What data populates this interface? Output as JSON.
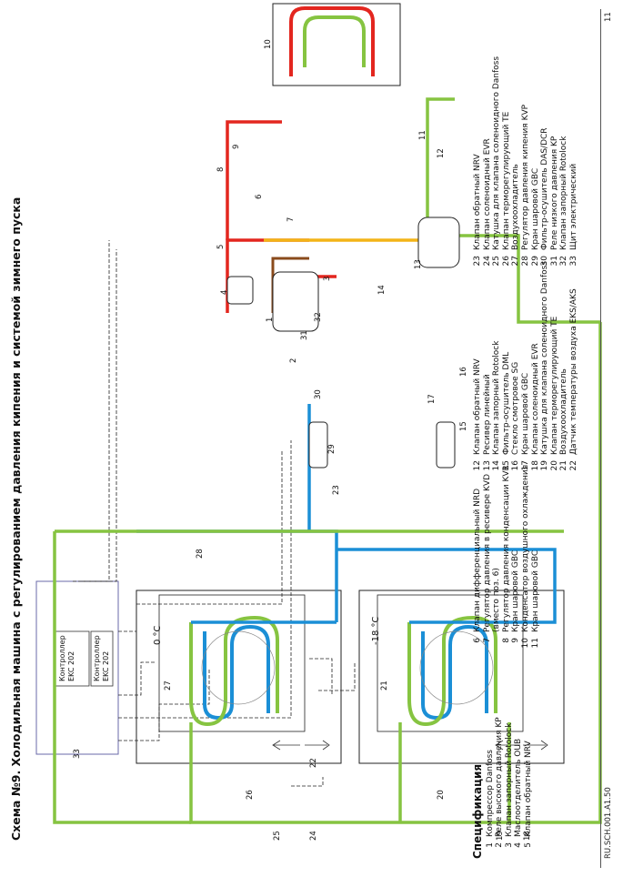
{
  "title": "Схема №9. Холодильная машина с регулированием давления кипения и системой зимнего пуска",
  "spec_heading": "Спецификация",
  "spec": {
    "col1": [
      {
        "n": "1",
        "t": "Компрессор Danfoss"
      },
      {
        "n": "2",
        "t": "Реле высокого давления KP"
      },
      {
        "n": "3",
        "t": "Клапан запорный Rotolock"
      },
      {
        "n": "4",
        "t": "Маслоотделитель OUB"
      },
      {
        "n": "5",
        "t": "Клапан обратный NRV"
      }
    ],
    "col2": [
      {
        "n": "6",
        "t": "Клапан дифференциальный NRD"
      },
      {
        "n": "7",
        "t": "Регулятор давления в ресивере KVD"
      },
      {
        "n": "",
        "t": "(вместо поз. 6)"
      },
      {
        "n": "8",
        "t": "Регулятор давления конденсации KVR"
      },
      {
        "n": "9",
        "t": "Кран шаровой GBC"
      },
      {
        "n": "10",
        "t": "Конденсатор воздушного охлаждения"
      },
      {
        "n": "11",
        "t": "Кран шаровой GBC"
      }
    ],
    "col3": [
      {
        "n": "12",
        "t": "Клапан обратный NRV"
      },
      {
        "n": "13",
        "t": "Ресивер линейный"
      },
      {
        "n": "14",
        "t": "Клапан запорный Rotolock"
      },
      {
        "n": "15",
        "t": "Фильтр-осушитель DML"
      },
      {
        "n": "16",
        "t": "Стекло смотровое SG"
      },
      {
        "n": "17",
        "t": "Кран шаровой GBC"
      },
      {
        "n": "18",
        "t": "Клапан соленоидный EVR"
      },
      {
        "n": "19",
        "t": "Катушка для клапана соленоидного Danfoss"
      },
      {
        "n": "20",
        "t": "Клапан терморегулирующий TE"
      },
      {
        "n": "21",
        "t": "Воздухоохладитель"
      },
      {
        "n": "22",
        "t": "Датчик температуры воздуха EKS/AKS"
      }
    ],
    "col4": [
      {
        "n": "23",
        "t": "Клапан обратный NRV"
      },
      {
        "n": "24",
        "t": "Клапан соленоидный EVR"
      },
      {
        "n": "25",
        "t": "Катушка для клапана соленоидного Danfoss"
      },
      {
        "n": "26",
        "t": "Клапан терморегулирующий TE"
      },
      {
        "n": "27",
        "t": "Воздухоохладитель"
      },
      {
        "n": "28",
        "t": "Регулятор давления кипения KVP"
      },
      {
        "n": "29",
        "t": "Кран шаровой GBC"
      },
      {
        "n": "30",
        "t": "Фильтр-осушитель DAS/DCR"
      },
      {
        "n": "31",
        "t": "Реле низкого давления KP"
      },
      {
        "n": "32",
        "t": "Клапан запорный Rotolock"
      },
      {
        "n": "33",
        "t": "Щит электрический"
      }
    ]
  },
  "controllers": {
    "line1": "Контроллер",
    "line2": "EKC 202"
  },
  "rooms": {
    "room_a_temp": "0 °C",
    "room_b_temp": "-18 °C"
  },
  "labels": [
    "1",
    "2",
    "3",
    "4",
    "5",
    "6",
    "7",
    "8",
    "9",
    "10",
    "11",
    "12",
    "13",
    "14",
    "15",
    "16",
    "17",
    "18",
    "19",
    "20",
    "21",
    "22",
    "23",
    "24",
    "25",
    "26",
    "27",
    "28",
    "29",
    "30",
    "31",
    "32",
    "33"
  ],
  "footer": {
    "doc_code": "RU.SCH.001.A1.50",
    "page": "11"
  },
  "colors": {
    "discharge": "#e3261f",
    "liquid": "#86c441",
    "suction": "#1b8fd6",
    "bypass": "#f3b417",
    "oil": "#8a4b1c"
  }
}
